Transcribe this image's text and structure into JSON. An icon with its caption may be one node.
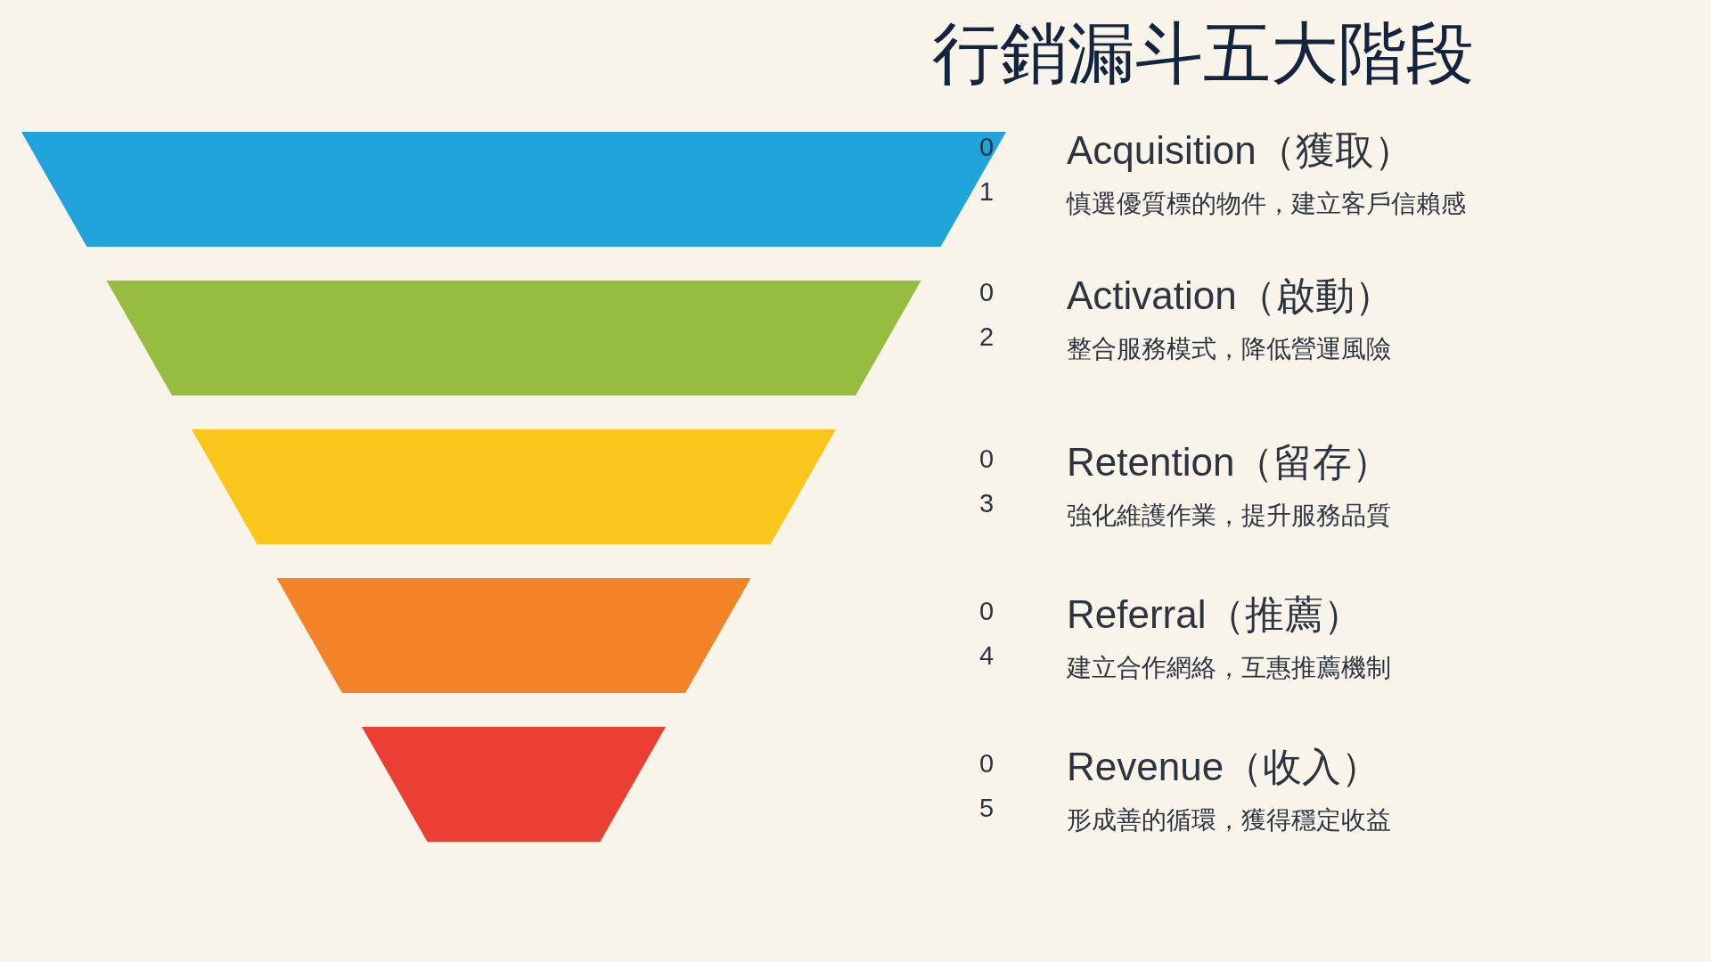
{
  "diagram": {
    "title": "行銷漏斗五大階段",
    "nodes": [
      {
        "text": [],
        "shape": "band",
        "beside": [
          "01",
          "Acquisition（獲取）",
          "慎選優質標的物件，建立客戶信賴感"
        ]
      },
      {
        "text": [],
        "shape": "band",
        "beside": [
          "02",
          "Activation（啟動）",
          "整合服務模式，降低營運風險"
        ]
      },
      {
        "text": [],
        "shape": "band",
        "beside": [
          "03",
          "Retention（留存）",
          "強化維護作業，提升服務品質"
        ]
      },
      {
        "text": [],
        "shape": "band",
        "beside": [
          "04",
          "Referral（推薦）",
          "建立合作網絡，互惠推薦機制"
        ]
      },
      {
        "text": [],
        "shape": "band",
        "beside": [
          "05",
          "Revenue（收入）",
          "形成善的循環，獲得穩定收益"
        ]
      }
    ],
    "edges": []
  }
}
